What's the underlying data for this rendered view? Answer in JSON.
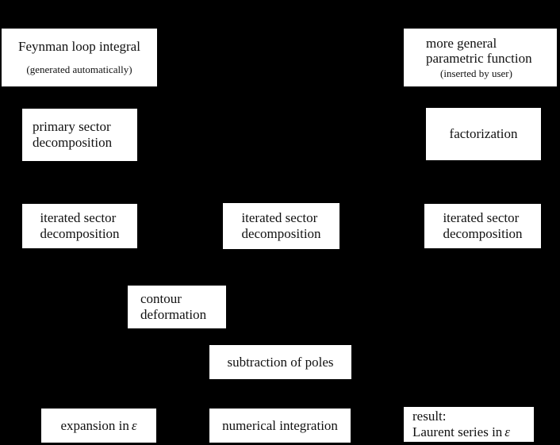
{
  "diagram": {
    "background_color": "#000000",
    "box_fill_color": "#ffffff",
    "text_color": "#000000",
    "nodes": {
      "feynman": {
        "title": "Feynman loop integral",
        "note": "(generated automatically)"
      },
      "more_general": {
        "line1": "more general",
        "line2": "parametric function",
        "note": "(inserted by user)"
      },
      "primary": {
        "line1": "primary sector",
        "line2": "decomposition"
      },
      "factorization": {
        "label": "factorization"
      },
      "iterated_left": {
        "line1": "iterated sector",
        "line2": "decomposition"
      },
      "iterated_center": {
        "line1": "iterated sector",
        "line2": "decomposition"
      },
      "iterated_right": {
        "line1": "iterated sector",
        "line2": "decomposition"
      },
      "contour": {
        "line1": "contour",
        "line2": "deformation"
      },
      "subtraction": {
        "label": "subtraction of poles"
      },
      "expansion": {
        "text": "expansion in",
        "symbol": "ε"
      },
      "numerical": {
        "label": "numerical integration"
      },
      "result": {
        "line1": "result:",
        "line2_text": "Laurent series in",
        "symbol": "ε"
      }
    }
  }
}
